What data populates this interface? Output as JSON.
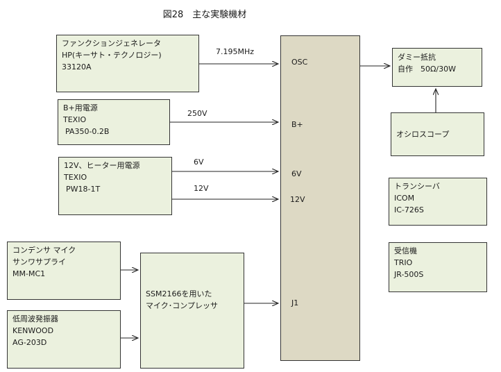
{
  "title": "図28　主な実験機材",
  "boxes": {
    "function_generator": [
      "ファンクションジェネレータ",
      "HP(キーサト・テクノロジー)",
      "33120A"
    ],
    "bplus_supply": [
      "B+用電源",
      "TEXIO",
      "PA350-0.2B"
    ],
    "heater_supply": [
      "12V、ヒーター用電源",
      "TEXIO",
      "PW18-1T"
    ],
    "condenser_mic": [
      "コンデンサ マイク",
      "サンワサプライ",
      "MM-MC1"
    ],
    "low_freq_oscillator": [
      "低周波発振器",
      "KENWOOD",
      "AG-203D"
    ],
    "compressor": [
      "SSM2166を用いた",
      "マイク･コンプレッサ"
    ],
    "dummy_load": [
      "ダミー抵抗",
      "自作　50Ω/30W"
    ],
    "oscilloscope": [
      "オシロスコープ"
    ],
    "transceiver": [
      "トランシーバ",
      "ICOM",
      "IC-726S"
    ],
    "receiver": [
      "受信機",
      "TRIO",
      "JR-500S"
    ]
  },
  "wire_labels": {
    "freq": "7.195MHz",
    "bplus_volt": "250V",
    "heater_6v": "6V",
    "heater_12v": "12V"
  },
  "ports": {
    "osc": "OSC",
    "bplus": "B+",
    "v6": "6V",
    "v12": "12V",
    "j1": "J1"
  }
}
